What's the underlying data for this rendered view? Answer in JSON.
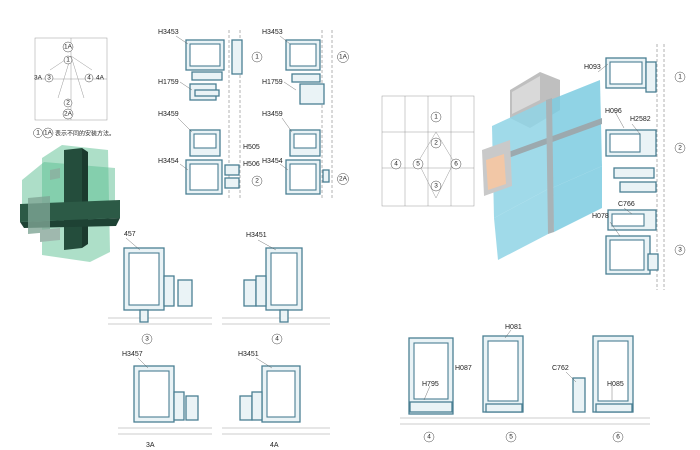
{
  "diagram_a": {
    "markers": [
      "1A",
      "1",
      "3A",
      "3",
      "4",
      "4A",
      "2",
      "2A"
    ],
    "legend_num1": "1",
    "legend_num2": "1A",
    "legend_text": "表示不同的安装方法。"
  },
  "section_1": {
    "labels": [
      "H3453",
      "H1759",
      "H3459",
      "H3454",
      "H505",
      "H506"
    ],
    "markers": [
      "1",
      "2"
    ]
  },
  "section_1a": {
    "labels": [
      "H3453",
      "H1759",
      "H3459",
      "H3454"
    ],
    "markers": [
      "1A",
      "2A"
    ]
  },
  "section_3": {
    "label": "457",
    "marker": "3"
  },
  "section_4": {
    "label": "H3451",
    "marker": "4"
  },
  "section_3a": {
    "label": "H3457",
    "marker": "3A"
  },
  "section_4a": {
    "label": "H3451",
    "marker": "4A"
  },
  "diagram_b": {
    "markers": [
      "1",
      "2",
      "3",
      "4",
      "5",
      "6"
    ]
  },
  "section_right": {
    "labels": [
      "H093",
      "H096",
      "H2582",
      "C766",
      "H078"
    ],
    "markers": [
      "1",
      "2",
      "3"
    ]
  },
  "section_bottom_right": {
    "labels": [
      "H081",
      "H795",
      "H087",
      "C762",
      "H085"
    ],
    "markers": [
      "4",
      "5",
      "6"
    ]
  }
}
